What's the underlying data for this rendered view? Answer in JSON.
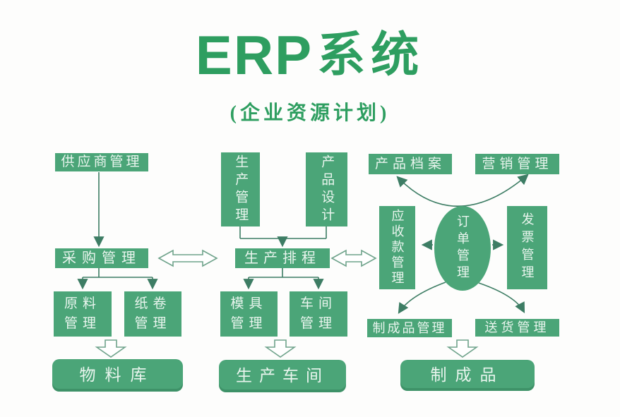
{
  "title": {
    "latin": "ERP",
    "suffix": "系统"
  },
  "subtitle": "(企业资源计划)",
  "colors": {
    "box_fill": "#4BA578",
    "box_text": "#E9F5EE",
    "title": "#2E9E60",
    "line": "#3D7D64",
    "hollow_stroke": "#6FA38B"
  },
  "nodes": {
    "supplier": "供应商管理",
    "purchasing": "采购管理",
    "raw_material": "原料管理",
    "paper_roll": "纸卷管理",
    "material_warehouse": "物料库",
    "production_mgmt": "生产管理",
    "product_design": "产品设计",
    "scheduling": "生产排程",
    "mold": "模具管理",
    "workshop_mgmt": "车间管理",
    "production_workshop": "生产车间",
    "product_archive": "产品档案",
    "marketing": "营销管理",
    "receivables": "应收款管理",
    "order": "订单管理",
    "invoice": "发票管理",
    "finished_goods_mgmt": "制成品管理",
    "delivery": "送货管理",
    "finished_goods": "制成品"
  }
}
